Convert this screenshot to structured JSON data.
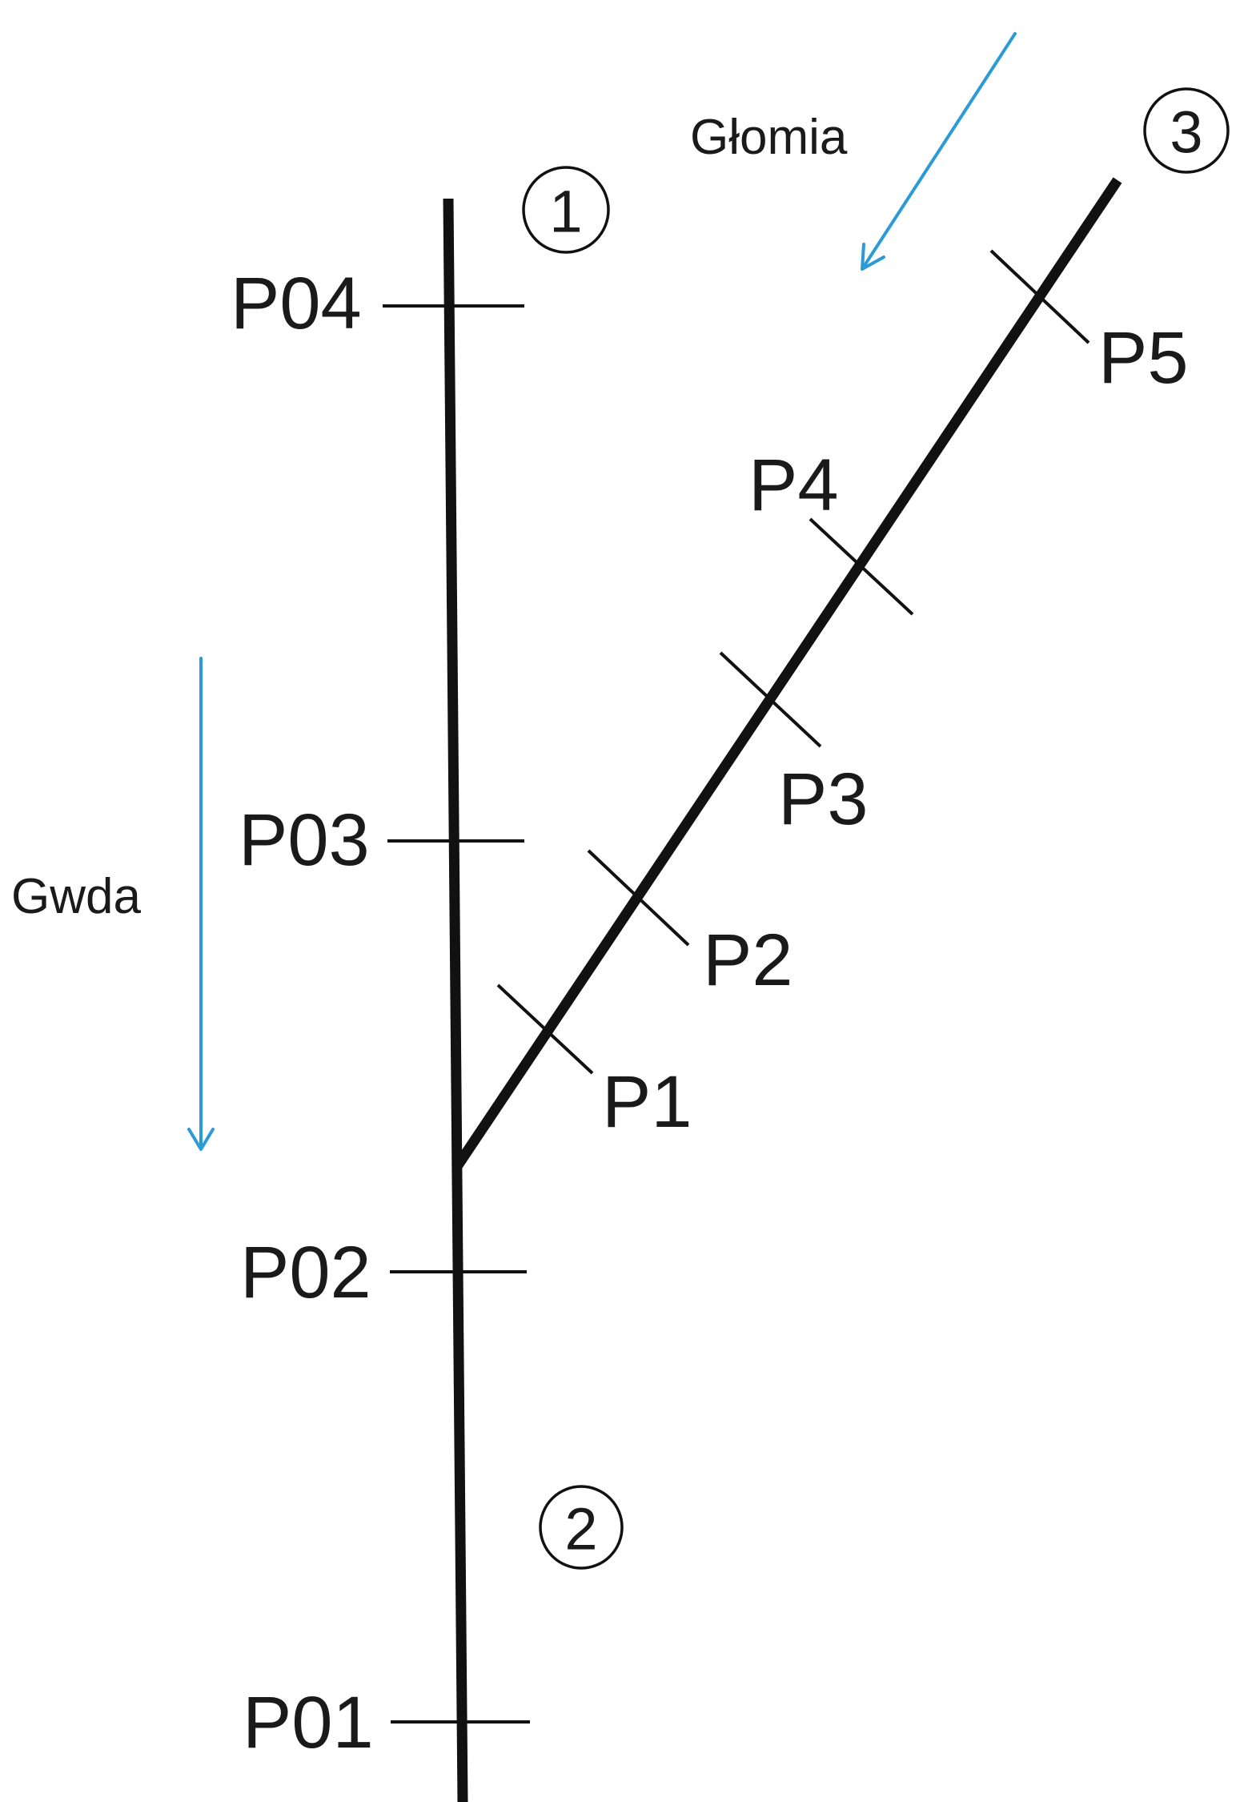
{
  "diagram": {
    "rivers": [
      {
        "name": "Gwda"
      },
      {
        "name": "Głomia"
      }
    ],
    "main_points": [
      "P04",
      "P03",
      "P02",
      "P01"
    ],
    "tributary_points": [
      "P5",
      "P4",
      "P3",
      "P2",
      "P1"
    ],
    "sites": [
      "1",
      "2",
      "3"
    ],
    "colors": {
      "line": "#111111",
      "flow_arrow": "#2a9bd6",
      "text": "#1a1a1a"
    },
    "icons": [
      "flow-arrow-icon"
    ]
  }
}
